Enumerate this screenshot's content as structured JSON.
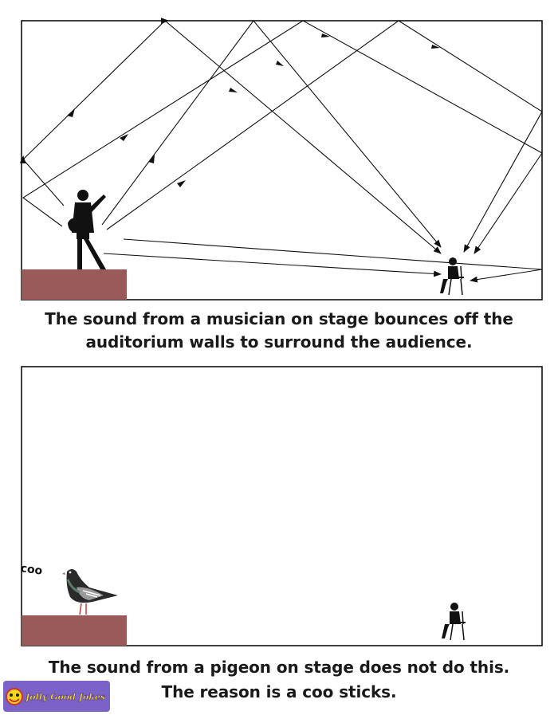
{
  "panel_top": {
    "caption_line1": "The sound from a musician on stage bounces off the",
    "caption_line2": "auditorium walls to surround the audience."
  },
  "panel_bottom": {
    "bird_sound": "coo",
    "caption_line1": "The sound from a pigeon on stage does not do this.",
    "caption_line2": "The reason is a coo sticks."
  },
  "logo": {
    "text": "Jolly Good Jokes"
  },
  "colors": {
    "stage": "#9a5a5a",
    "ink": "#111111",
    "logo_bg": "#7b62c9",
    "logo_text": "#f7d51d"
  }
}
